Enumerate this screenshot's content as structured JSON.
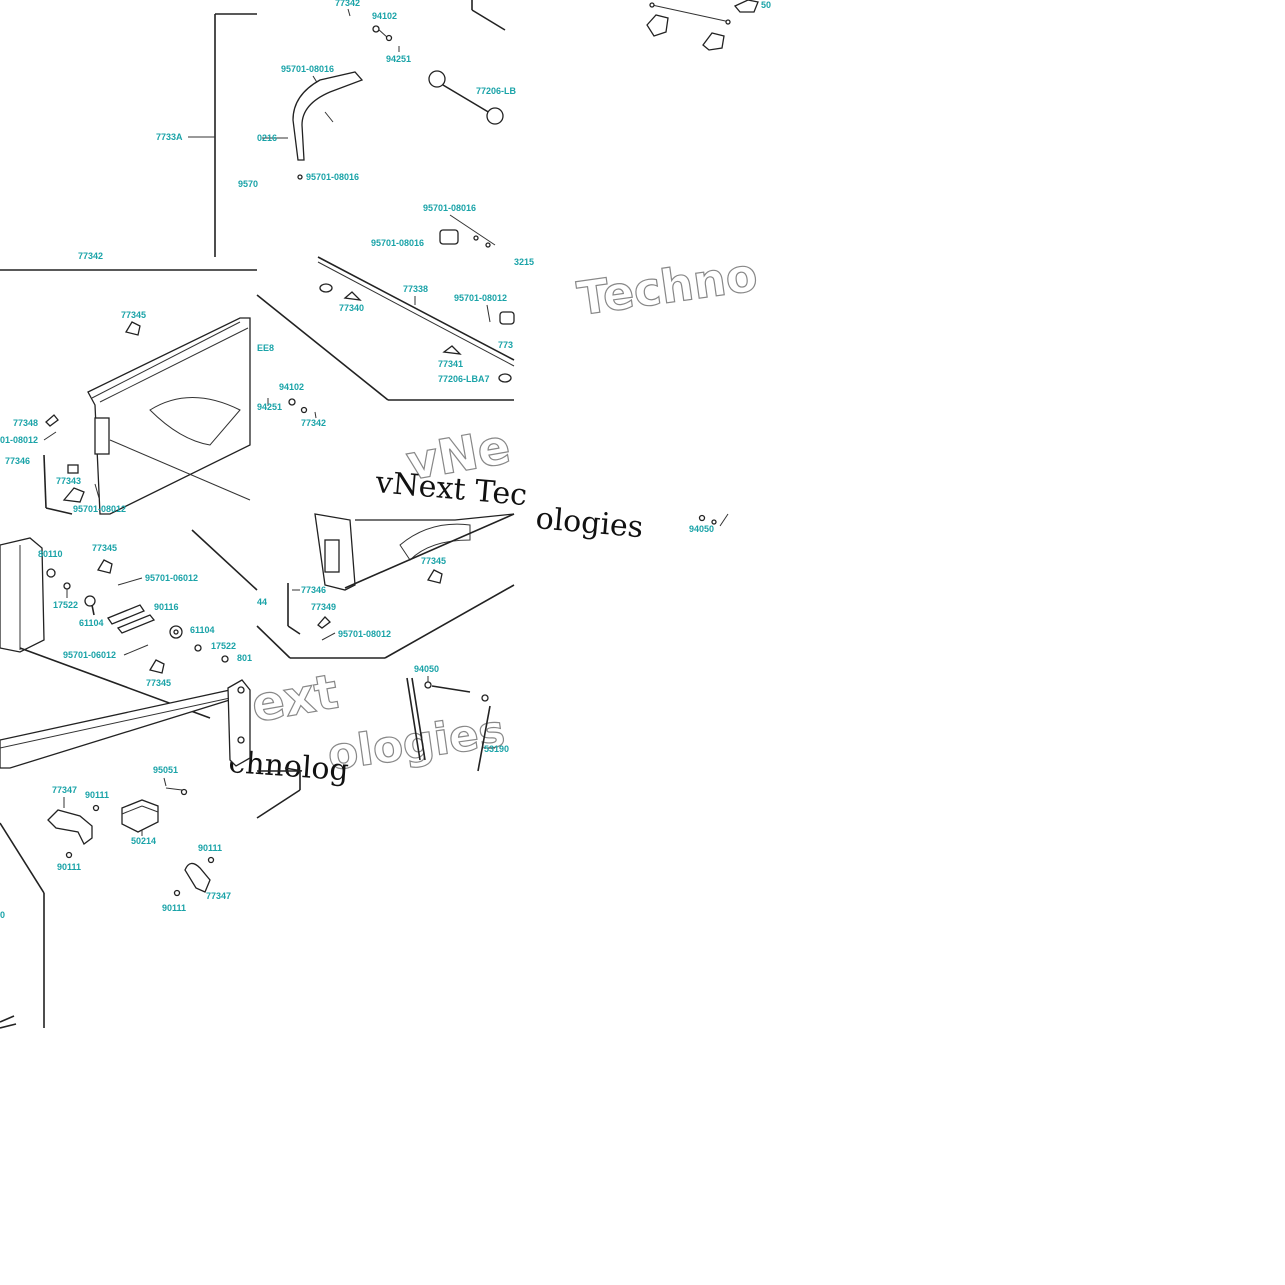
{
  "watermarks": [
    "vNext Technologies",
    "Techno",
    "vNe",
    "ext",
    "ologies",
    "chnolog",
    "ologies",
    "vNext Tec"
  ],
  "callouts": [
    {
      "id": "c1",
      "text": "77342"
    },
    {
      "id": "c2",
      "text": "94102"
    },
    {
      "id": "c3",
      "text": "94251"
    },
    {
      "id": "c4",
      "text": "95701-08016"
    },
    {
      "id": "c5",
      "text": "77206-LB"
    },
    {
      "id": "c6",
      "text": "7733A"
    },
    {
      "id": "c7",
      "text": "0216"
    },
    {
      "id": "c8",
      "text": "95701-08016"
    },
    {
      "id": "c9",
      "text": "9570"
    },
    {
      "id": "c10",
      "text": "95701-08016"
    },
    {
      "id": "c11",
      "text": "95701-08016"
    },
    {
      "id": "c12",
      "text": "3215"
    },
    {
      "id": "c13",
      "text": "50"
    },
    {
      "id": "c14",
      "text": "77345"
    },
    {
      "id": "c15",
      "text": "EE8"
    },
    {
      "id": "c16",
      "text": "77348"
    },
    {
      "id": "c17",
      "text": "01-08012"
    },
    {
      "id": "c18",
      "text": "77346"
    },
    {
      "id": "c19",
      "text": "77343"
    },
    {
      "id": "c20",
      "text": "95701-08012"
    },
    {
      "id": "c21",
      "text": "77338"
    },
    {
      "id": "c22",
      "text": "77340"
    },
    {
      "id": "c23",
      "text": "95701-08012"
    },
    {
      "id": "c24",
      "text": "773"
    },
    {
      "id": "c25",
      "text": "94102"
    },
    {
      "id": "c26",
      "text": "94251"
    },
    {
      "id": "c27",
      "text": "77342"
    },
    {
      "id": "c28",
      "text": "77341"
    },
    {
      "id": "c29",
      "text": "77206-LBA7"
    },
    {
      "id": "c30",
      "text": "80110"
    },
    {
      "id": "c31",
      "text": "77345"
    },
    {
      "id": "c32",
      "text": "95701-06012"
    },
    {
      "id": "c33",
      "text": "17522"
    },
    {
      "id": "c34",
      "text": "90116"
    },
    {
      "id": "c35",
      "text": "61104"
    },
    {
      "id": "c36",
      "text": "61104"
    },
    {
      "id": "c37",
      "text": "17522"
    },
    {
      "id": "c38",
      "text": "95701-06012"
    },
    {
      "id": "c39",
      "text": "801"
    },
    {
      "id": "c40",
      "text": "77345"
    },
    {
      "id": "c41",
      "text": "77345"
    },
    {
      "id": "c42",
      "text": "77346"
    },
    {
      "id": "c43",
      "text": "44"
    },
    {
      "id": "c44",
      "text": "77349"
    },
    {
      "id": "c45",
      "text": "95701-08012"
    },
    {
      "id": "c46",
      "text": "94050"
    },
    {
      "id": "c47",
      "text": "53190"
    },
    {
      "id": "c48",
      "text": "94050"
    },
    {
      "id": "c49",
      "text": "77347"
    },
    {
      "id": "c50",
      "text": "90111"
    },
    {
      "id": "c51",
      "text": "50214"
    },
    {
      "id": "c52",
      "text": "90111"
    },
    {
      "id": "c53",
      "text": "90111"
    },
    {
      "id": "c54",
      "text": "77347"
    },
    {
      "id": "c55",
      "text": "90111"
    },
    {
      "id": "c56",
      "text": "0"
    },
    {
      "id": "c57",
      "text": "77342"
    },
    {
      "id": "c58",
      "text": "95051"
    }
  ]
}
